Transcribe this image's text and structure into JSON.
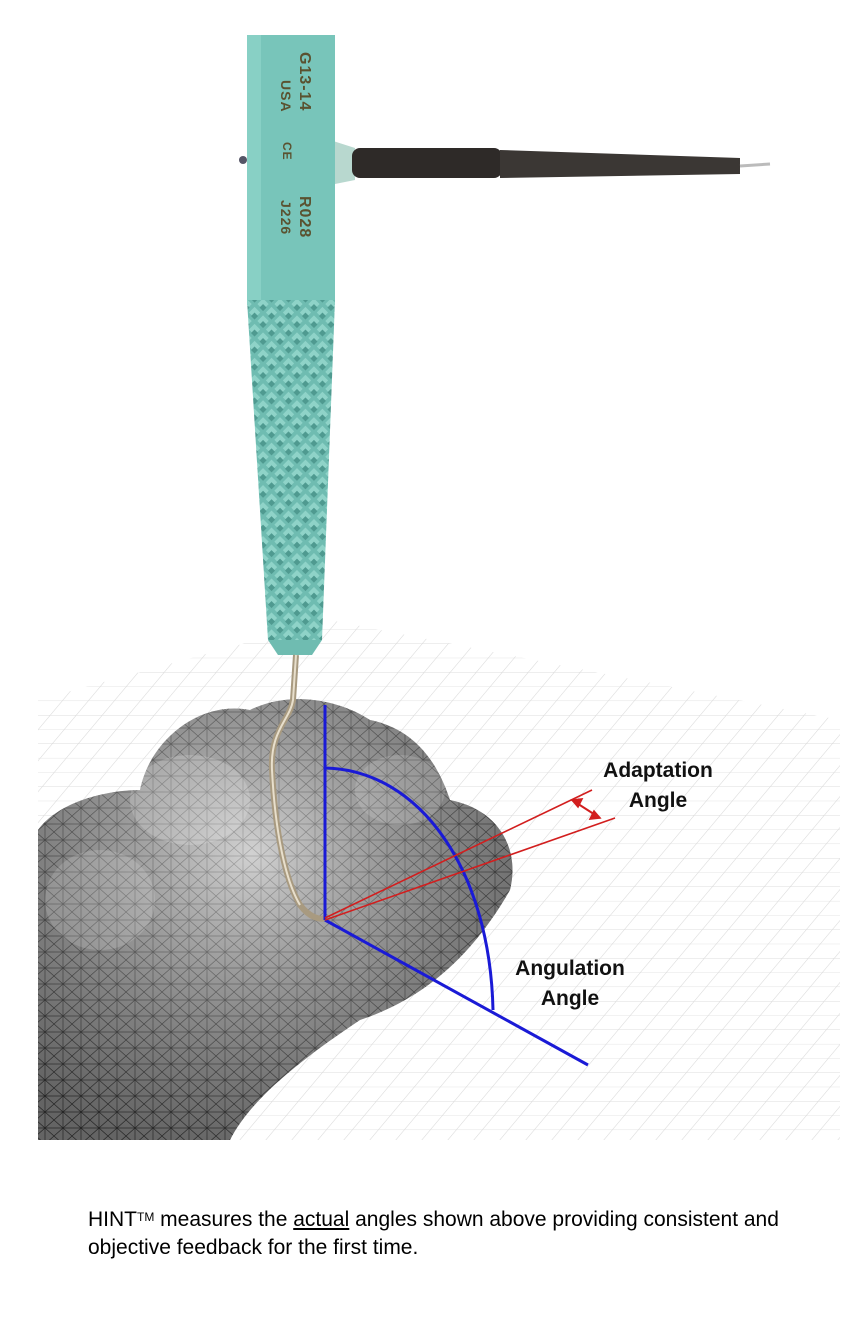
{
  "figure": {
    "instrument_labels": {
      "model": "G13-14",
      "country": "USA",
      "mark": "CE",
      "code1": "R028",
      "code2": "J226"
    },
    "annotations": {
      "adaptation_line1": "Adaptation",
      "adaptation_line2": "Angle",
      "angulation_line1": "Angulation",
      "angulation_line2": "Angle"
    },
    "colors": {
      "handle": "#76c3b8",
      "axis_lines": "#1a1ad6",
      "adaptation_lines": "#d21e1e",
      "tooth_mesh": "#8a8a8a",
      "grid": "#d6d6d6"
    }
  },
  "caption": {
    "brand": "HINT",
    "trademark": "TM",
    "text_before_underline": " measures the ",
    "underlined": "actual",
    "text_after_underline": " angles shown above providing consistent and objective feedback for the first time."
  }
}
